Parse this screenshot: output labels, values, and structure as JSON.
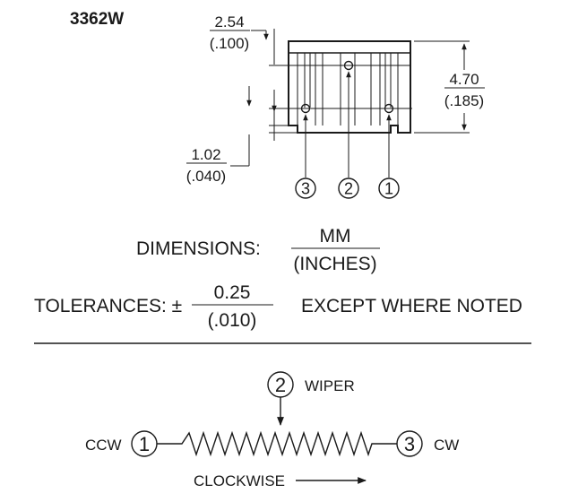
{
  "title": "3362W",
  "dimensions": {
    "top_mm": "2.54",
    "top_in": "(.100)",
    "right_mm": "4.70",
    "right_in": "(.185)",
    "bottom_mm": "1.02",
    "bottom_in": "(.040)"
  },
  "pins": {
    "pin3": "3",
    "pin2": "2",
    "pin1": "1"
  },
  "legend": {
    "dimensions_label": "DIMENSIONS:",
    "unit_top": "MM",
    "unit_bottom": "(INCHES)",
    "tolerances_label": "TOLERANCES: ±",
    "tol_top": "0.25",
    "tol_bottom": "(.010)",
    "except_note": "EXCEPT WHERE NOTED"
  },
  "schematic": {
    "wiper_num": "2",
    "wiper_label": "WIPER",
    "ccw_label": "CCW",
    "ccw_num": "1",
    "cw_num": "3",
    "cw_label": "CW",
    "clockwise_label": "CLOCKWISE"
  }
}
